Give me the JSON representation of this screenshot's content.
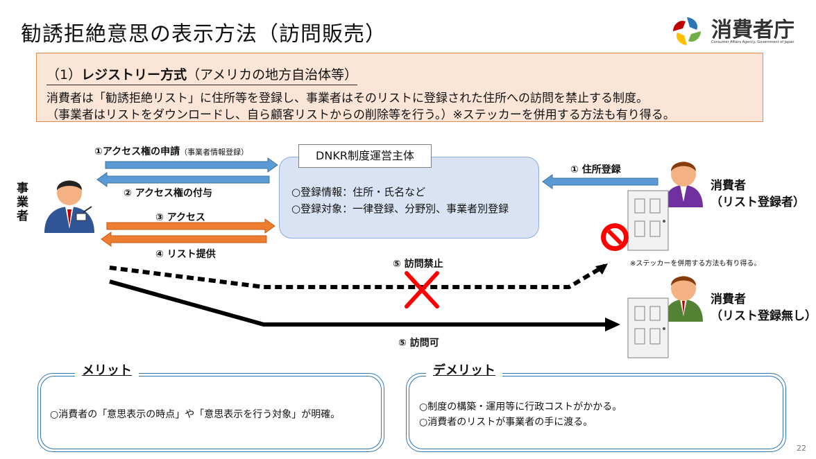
{
  "title": "勧誘拒絶意思の表示方法（訪問販売）",
  "logo": {
    "name": "消費者庁",
    "sub": "Consumer Affairs Agency, Government of Japan"
  },
  "intro": {
    "heading_num": "（1）",
    "heading_bold": "レジストリー方式",
    "heading_rest": "（アメリカの地方自治体等）",
    "line1": "消費者は「勧誘拒絶リスト」に住所等を登録し、事業者はそのリストに登録された住所への訪問を禁止する制度。",
    "line2": "（事業者はリストをダウンロードし、自ら顧客リストからの削除等を行う。）※ステッカーを併用する方法も有り得る。"
  },
  "dnkr": {
    "title": "DNKR制度運営主体",
    "line1": "○登録情報：住所・氏名など",
    "line2": "○登録対象：一律登録、分野別、事業者別登録"
  },
  "business_label": "事業者",
  "flows": {
    "f1": "①アクセス権の申請",
    "f1_small": "（事業者情報登録）",
    "f2": "② アクセス権の付与",
    "f3": "③ アクセス",
    "f4": "④ リスト提供",
    "f5a": "⑤ 訪問禁止",
    "f5b": "⑤ 訪問可",
    "reg": "① 住所登録"
  },
  "consumer1": {
    "line1": "消費者",
    "line2": "（リスト登録者）"
  },
  "consumer2": {
    "line1": "消費者",
    "line2": "（リスト登録無し）"
  },
  "sticker_note": "※ステッカーを併用する方法も有り得る。",
  "merit": {
    "heading": "メリット",
    "line1": "○消費者の「意思表示の時点」や「意思表示を行う対象」が明確。"
  },
  "demerit": {
    "heading": "デメリット",
    "line1": "○制度の構築・運用等に行政コストがかかる。",
    "line2": "○消費者のリストが事業者の手に渡る。"
  },
  "page_number": "22",
  "colors": {
    "blue_arrow": "#5b9bd5",
    "orange_arrow": "#ed7d31",
    "cross": "#ff0000",
    "box_fill": "#fbe5d6",
    "dnkr_fill": "#dae3f3"
  }
}
